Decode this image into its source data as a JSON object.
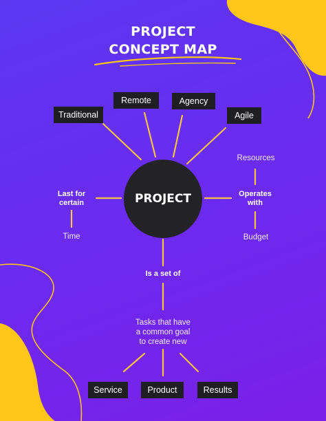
{
  "title": {
    "line1": "PROJECT",
    "line2": "CONCEPT MAP"
  },
  "center": "PROJECT",
  "top_nodes": {
    "traditional": "Traditional",
    "remote": "Remote",
    "agency": "Agency",
    "agile": "Agile"
  },
  "left_branch": {
    "relation": "Last for certain",
    "relation_line1": "Last for",
    "relation_line2": "certain",
    "target": "Time"
  },
  "right_branch": {
    "relation_line1": "Operates",
    "relation_line2": "with",
    "top_target": "Resources",
    "bottom_target": "Budget"
  },
  "bottom_branch": {
    "relation": "Is a set of",
    "target": "Tasks that have\na common goal\nto create new"
  },
  "bottom_nodes": {
    "service": "Service",
    "product": "Product",
    "results": "Results"
  },
  "colors": {
    "background_start": "#5b37f0",
    "background_end": "#7b1fe8",
    "accent_yellow": "#ffc61a",
    "node_dark": "#1f1f23",
    "connector": "#f7c443"
  }
}
